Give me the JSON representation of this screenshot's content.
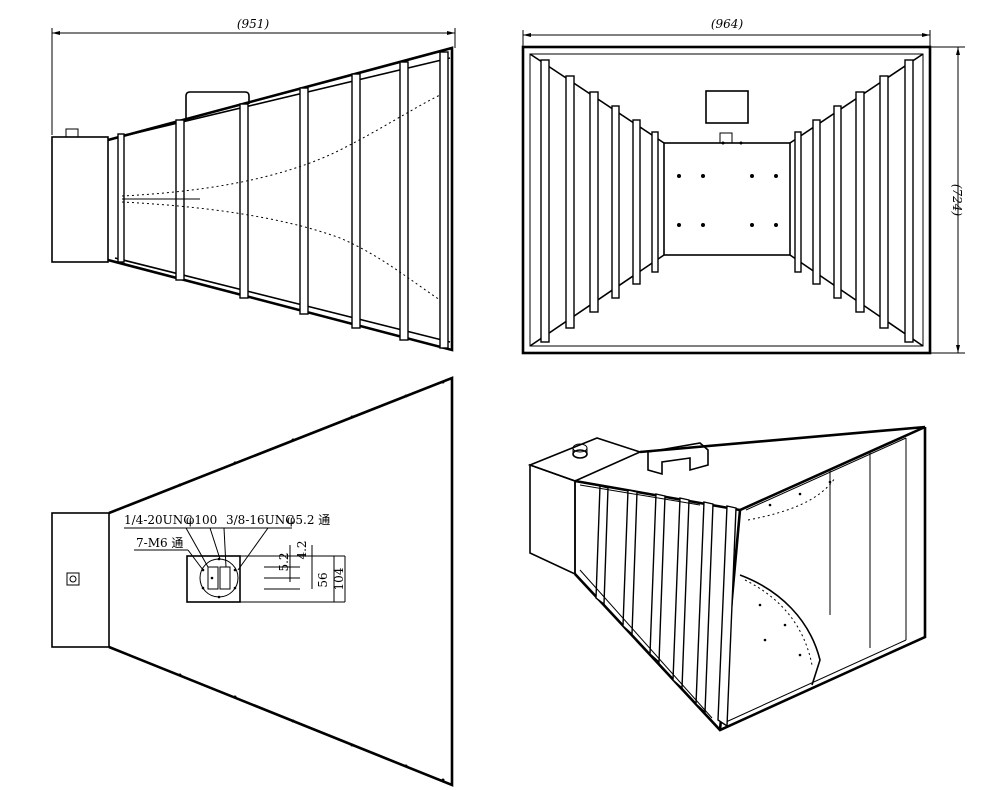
{
  "dimensions": {
    "side_width": "(951)",
    "top_width": "(964)",
    "top_height": "(724)"
  },
  "annotations": {
    "thread_1": "1/4-20UNC",
    "bolt_circle": "φ100",
    "thread_2": "3/8-16UNC",
    "hole": "φ5.2 通",
    "m6": "7-M6 通",
    "dim_small_1": "5.2",
    "dim_small_2": "4.2",
    "dim_56": "56",
    "dim_104": "104"
  }
}
